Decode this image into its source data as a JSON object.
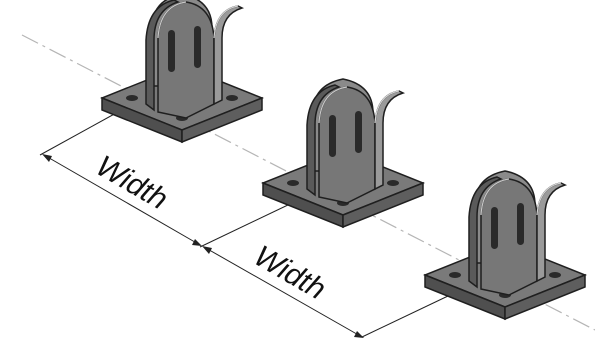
{
  "dimensions": [
    {
      "label": "Width"
    },
    {
      "label": "Width"
    }
  ],
  "parts": [
    {
      "name": "bracket-part-1"
    },
    {
      "name": "bracket-part-2"
    },
    {
      "name": "bracket-part-3"
    }
  ],
  "colors": {
    "part_fill": "#6f6f6f",
    "part_light": "#9a9a9a",
    "part_dark": "#4a4a4a",
    "edge": "#1f1f1f",
    "dimension_line": "#222222",
    "centerline": "#b5b5b5"
  }
}
